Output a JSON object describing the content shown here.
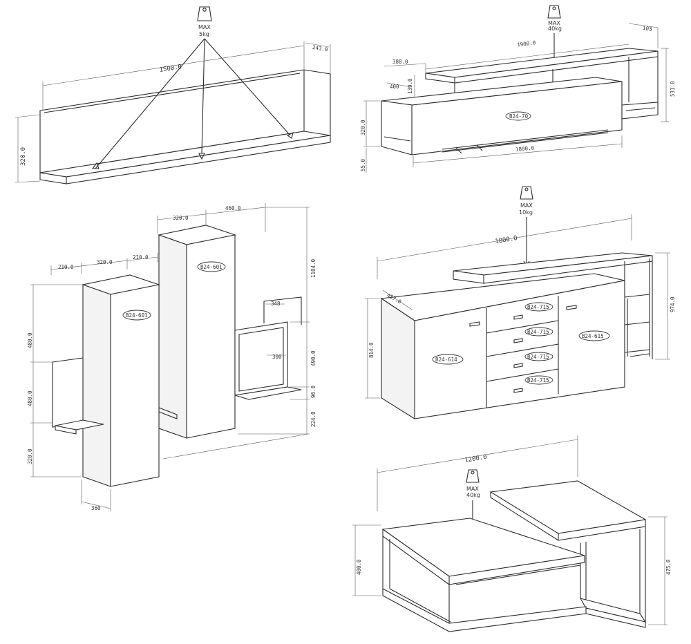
{
  "shelf": {
    "weight_label": "MAX",
    "weight_value": "5kg",
    "width": "1500.0",
    "depth": "243.0",
    "height": "320.0"
  },
  "tv_stand": {
    "weight_label": "MAX",
    "weight_value": "40kg",
    "top_width": "1900.0",
    "depth_top": "103",
    "upper_offset": "388.0",
    "upper_height": "139.0",
    "depth_left": "400",
    "body_height": "320.0",
    "total_height": "531.0",
    "leg_height": "55.0",
    "body_width": "1800.0",
    "part_code": "B24-70"
  },
  "wall_units": {
    "left_unit": {
      "w_left": "210.0",
      "w_center": "320.0",
      "w_right": "210.0",
      "h_top": "480.0",
      "h_mid": "480.0",
      "h_bot": "320.0",
      "depth": "360",
      "code": "B24-601"
    },
    "right_unit": {
      "w_center": "320.0",
      "w_right": "460.0",
      "h_total": "1104.0",
      "d_shelf": "348",
      "d_box": "300",
      "h_box": "490.0",
      "h_base": "96.0",
      "h_foot": "224.0",
      "code": "B24-601"
    }
  },
  "sideboard": {
    "weight_label": "MAX",
    "weight_value": "10kg",
    "width": "1800.0",
    "depth": "457.0",
    "height": "814.0",
    "total_height": "974.0",
    "drawer_codes": [
      "B24-715",
      "B24-715",
      "B24-715",
      "B24-715"
    ],
    "door_left_code": "B24-614",
    "door_right_code": "B24-615"
  },
  "coffee_table": {
    "weight_label": "MAX",
    "weight_value": "40kg",
    "width": "1200.0",
    "height_left": "400.0",
    "height_right": "475.0"
  }
}
